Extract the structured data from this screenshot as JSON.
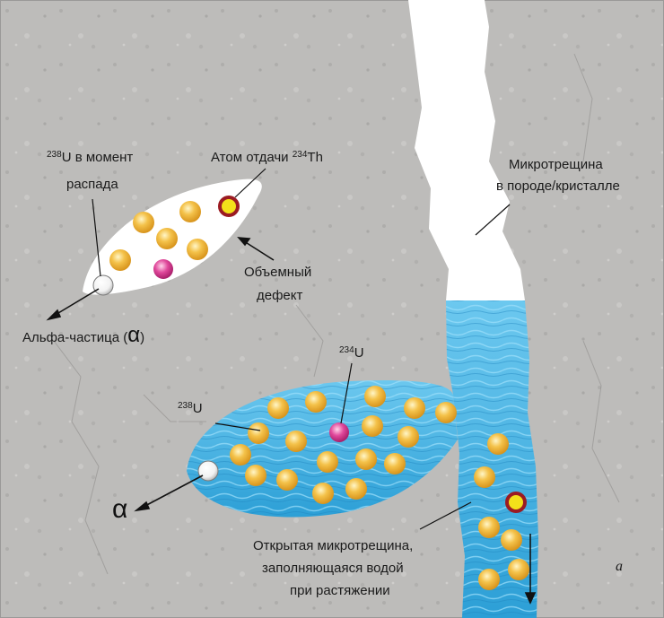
{
  "labels": {
    "u238_moment_iso": "238",
    "u238_moment_el": "U в момент",
    "u238_moment_line2": "распада",
    "recoil_text": "Атом отдачи ",
    "recoil_iso": "234",
    "recoil_el": "Th",
    "volume_defect_line1": "Объемный",
    "volume_defect_line2": "дефект",
    "alpha_particle_text": "Альфа-частица (",
    "alpha_particle_symbol": "α",
    "alpha_particle_close": ")",
    "microcrack_line1": "Микротрещина",
    "microcrack_line2": "в породе/кристалле",
    "u234_iso": "234",
    "u234_el": "U",
    "u238_iso": "238",
    "u238_el": "U",
    "alpha_symbol": "α",
    "open_crack_line1": "Открытая микротрещина,",
    "open_crack_line2": "заполняющаяся водой",
    "open_crack_line3": "при растяжении",
    "panel_letter": "а"
  },
  "colors": {
    "rock": "#bdbcba",
    "water": "#3fb0e0",
    "atom": "#f2b83a",
    "u234": "#d63c8e",
    "th234_ring": "#9b1b22",
    "th234_core": "#f3e11a"
  }
}
